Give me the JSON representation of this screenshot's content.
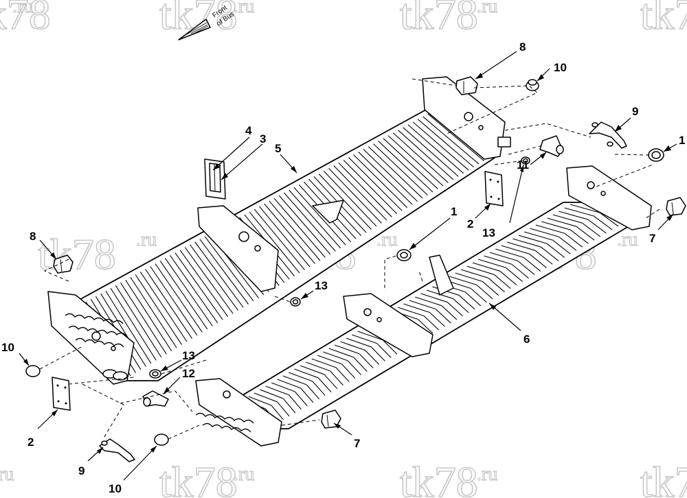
{
  "watermark": {
    "text": "tk78",
    "suffix": ".ru"
  },
  "direction_marker": {
    "line1": "Front",
    "line2": "of Bus",
    "icon": "direction-arrow-icon"
  },
  "callouts": [
    {
      "id": "c8a",
      "label": "8"
    },
    {
      "id": "c10a",
      "label": "10"
    },
    {
      "id": "c9a",
      "label": "9"
    },
    {
      "id": "c1a",
      "label": "1"
    },
    {
      "id": "c4",
      "label": "4"
    },
    {
      "id": "c3",
      "label": "3"
    },
    {
      "id": "c5",
      "label": "5"
    },
    {
      "id": "c11",
      "label": "11"
    },
    {
      "id": "c2a",
      "label": "2"
    },
    {
      "id": "c13a",
      "label": "13"
    },
    {
      "id": "c7a",
      "label": "7"
    },
    {
      "id": "c8b",
      "label": "8"
    },
    {
      "id": "c1b",
      "label": "1"
    },
    {
      "id": "c13b",
      "label": "13"
    },
    {
      "id": "c6",
      "label": "6"
    },
    {
      "id": "c10b",
      "label": "10"
    },
    {
      "id": "c13c",
      "label": "13"
    },
    {
      "id": "c12",
      "label": "12"
    },
    {
      "id": "c2b",
      "label": "2"
    },
    {
      "id": "c7b",
      "label": "7"
    },
    {
      "id": "c9b",
      "label": "9"
    },
    {
      "id": "c10c",
      "label": "10"
    }
  ]
}
